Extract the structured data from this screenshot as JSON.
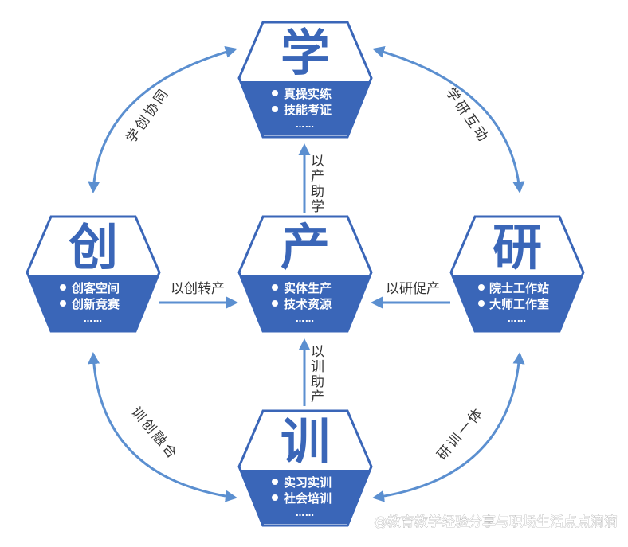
{
  "colors": {
    "primary": "#3a66b8",
    "arrow": "#5b8fd0",
    "text": "#333333"
  },
  "nodes": {
    "xue": {
      "char": "学",
      "items": [
        "真操实练",
        "技能考证"
      ],
      "dots": "……"
    },
    "chuang": {
      "char": "创",
      "items": [
        "创客空间",
        "创新竞赛"
      ],
      "dots": "……"
    },
    "chan": {
      "char": "产",
      "items": [
        "实体生产",
        "技术资源"
      ],
      "dots": "……"
    },
    "yan": {
      "char": "研",
      "items": [
        "院士工作站",
        "大师工作室"
      ],
      "dots": "……"
    },
    "xun": {
      "char": "训",
      "items": [
        "实习实训",
        "社会培训"
      ],
      "dots": "……"
    }
  },
  "arcs": {
    "top_left": "学创协同",
    "top_right": "学研互动",
    "bottom_left": "训创融合",
    "bottom_right": "研训一体"
  },
  "links": {
    "chuang_chan": "以创转产",
    "yan_chan": "以研促产",
    "chan_xue": "以产助学",
    "xun_chan": "以训助产"
  },
  "watermark": "@教育教学经验分享与职场生活点点滴滴"
}
